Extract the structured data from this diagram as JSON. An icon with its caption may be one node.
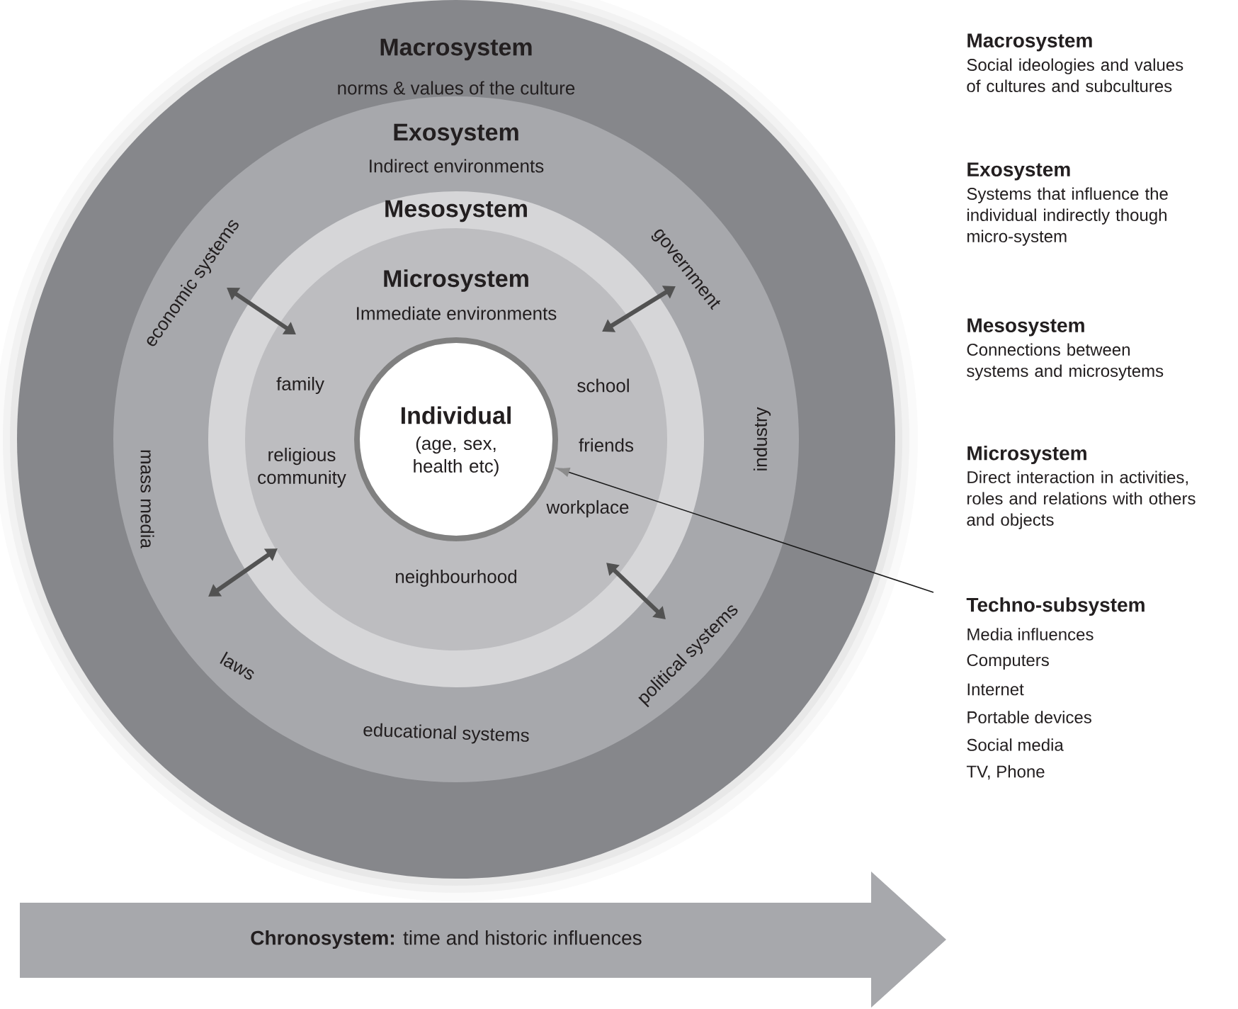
{
  "diagram": {
    "nodes": [
      {
        "text": [
          "Macrosystem",
          "norms & values of the culture"
        ]
      },
      {
        "text": [
          "Exosystem",
          "Indirect environments",
          "economic systems",
          "government",
          "industry",
          "mass media",
          "political systems",
          "laws",
          "educational systems"
        ],
        "in": 0
      },
      {
        "text": [
          "Mesosystem"
        ],
        "in": 1
      },
      {
        "text": [
          "Microsystem",
          "Immediate environments",
          "family",
          "school",
          "religious community",
          "friends",
          "workplace",
          "neighbourhood"
        ],
        "in": 2
      },
      {
        "text": [
          "Individual",
          "(age, sex, health etc)"
        ],
        "in": 3
      },
      {
        "text": [
          "Techno-subsystem",
          "Media influences",
          "Computers",
          "Internet",
          "Portable devices",
          "Social media",
          "TV, Phone"
        ]
      },
      {
        "text": [
          "**Chronosystem:** time and historic influences"
        ]
      }
    ],
    "edges": [
      {
        "from": 5,
        "to": 4,
        "arrow": "to"
      }
    ],
    "labels": [
      "Macrosystem",
      "Social ideologies and values of cultures and subcultures",
      "Exosystem",
      "Systems that influence the individual indirectly though micro-system",
      "Mesosystem",
      "Connections between systems and microsytems",
      "Microsystem",
      "Direct interaction in activities, roles and relations with others and objects"
    ]
  }
}
